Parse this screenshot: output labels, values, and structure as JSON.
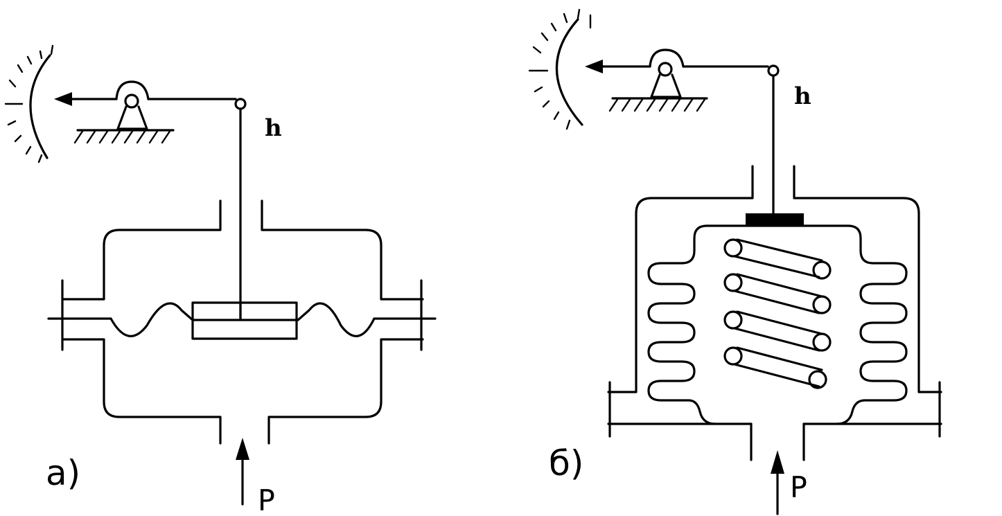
{
  "panel_a": {
    "caption": "а)",
    "lever_label": "h",
    "pressure_label": "P"
  },
  "panel_b": {
    "caption": "б)",
    "lever_label": "h",
    "pressure_label": "P"
  }
}
